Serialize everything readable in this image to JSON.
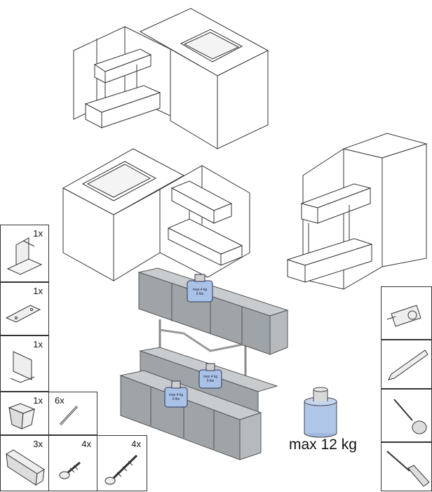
{
  "parts": [
    {
      "name": "mounting-bracket",
      "qty": "1x"
    },
    {
      "name": "mounting-plate",
      "qty": "1x"
    },
    {
      "name": "side-bracket",
      "qty": "1x"
    },
    {
      "name": "small-basket",
      "qty": "1x"
    },
    {
      "name": "rod",
      "qty": "6x"
    },
    {
      "name": "long-basket",
      "qty": "3x"
    },
    {
      "name": "screw-short",
      "qty": "4x"
    },
    {
      "name": "screw-long",
      "qty": "4x"
    }
  ],
  "tools": [
    "tape-measure-icon",
    "pencil-icon",
    "flat-screwdriver-icon",
    "phillips-screwdriver-icon"
  ],
  "weights": {
    "top_kg": "max 4 kg",
    "top_lbs": "9 lbs",
    "mid_kg": "max 4 kg",
    "mid_lbs": "9 lbs",
    "low_kg": "max 4 kg",
    "low_lbs": "9 lbs"
  },
  "max_load": "max 12 kg"
}
